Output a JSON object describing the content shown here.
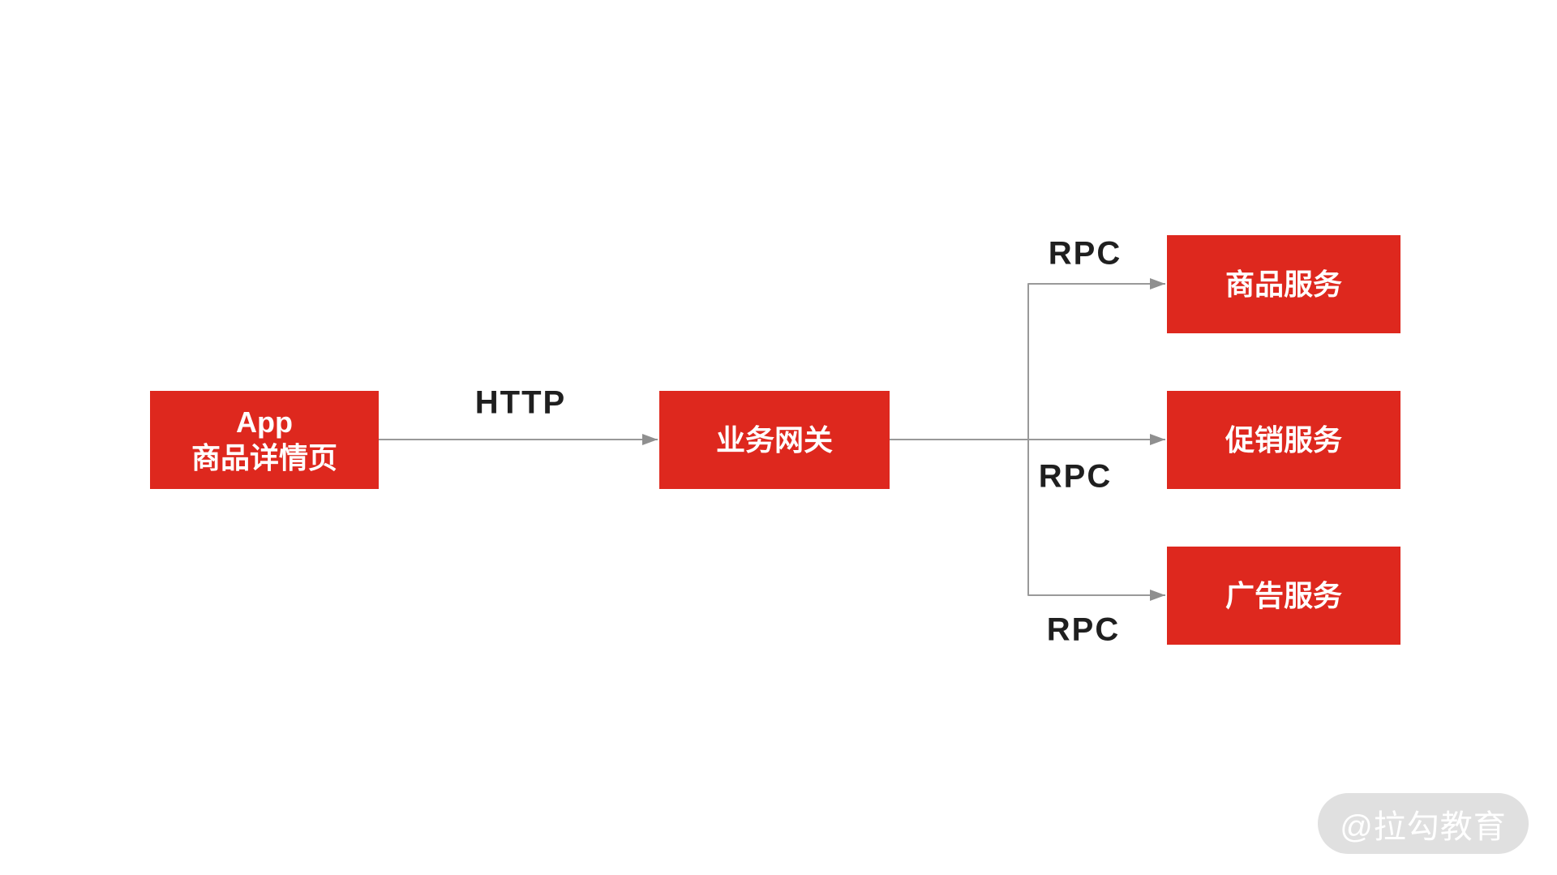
{
  "diagram": {
    "nodes": {
      "app": {
        "line1": "App",
        "line2": "商品详情页"
      },
      "gateway": {
        "label": "业务网关"
      },
      "product_service": {
        "label": "商品服务"
      },
      "promotion_service": {
        "label": "促销服务"
      },
      "ad_service": {
        "label": "广告服务"
      }
    },
    "edge_labels": {
      "http": "HTTP",
      "rpc_product": "RPC",
      "rpc_promotion": "RPC",
      "rpc_ad": "RPC"
    },
    "colors": {
      "node_fill": "#de281e",
      "node_text": "#ffffff",
      "connector_line": "#999999",
      "arrowhead": "#8f8f8f",
      "edge_label_text": "#1f1f1f",
      "watermark_bg": "#e0e0e0",
      "watermark_text": "#ffffff",
      "background": "#ffffff"
    }
  },
  "watermark": {
    "label": "@拉勾教育"
  }
}
